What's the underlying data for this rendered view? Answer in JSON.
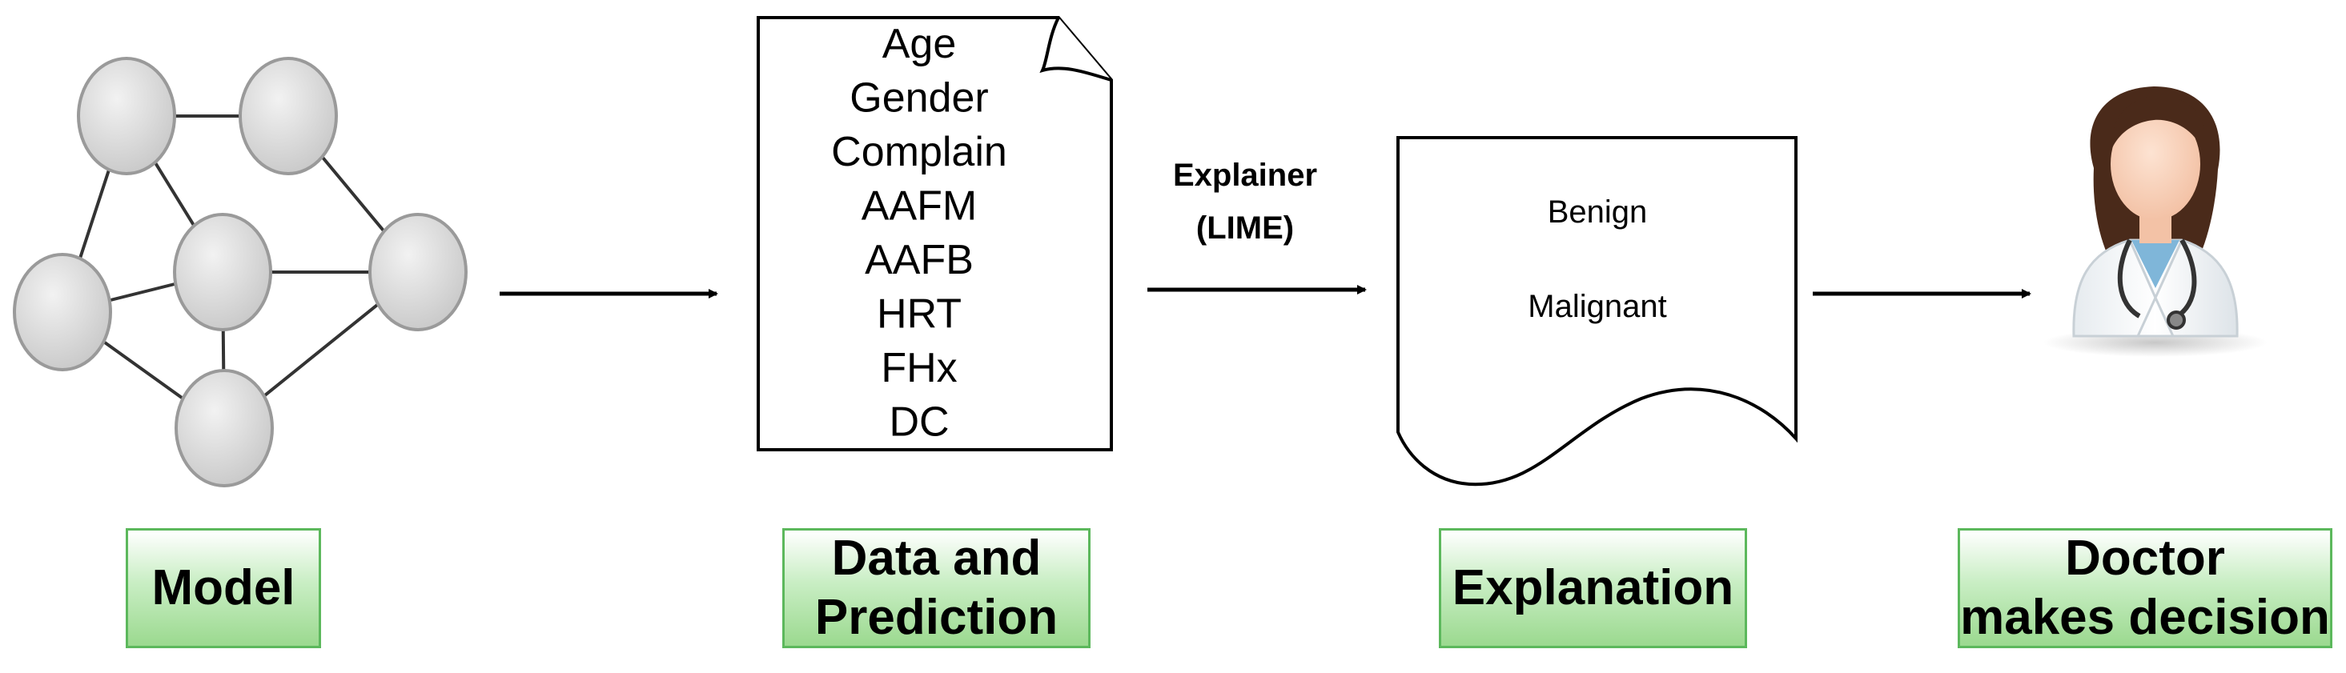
{
  "stages": {
    "model": {
      "label": "Model"
    },
    "data": {
      "label_line1": "Data and",
      "label_line2": "Prediction"
    },
    "explanation": {
      "label": "Explanation"
    },
    "doctor": {
      "label_line1": "Doctor",
      "label_line2": "makes decision"
    }
  },
  "document": {
    "features": [
      "Age",
      "Gender",
      "Complain",
      "AAFM",
      "AAFB",
      "HRT",
      "FHx",
      "DC"
    ]
  },
  "explainer": {
    "line1": "Explainer",
    "line2": "(LIME)"
  },
  "explanation_doc": {
    "classes": [
      "Benign",
      "Malignant"
    ]
  },
  "colors": {
    "label_border": "#5cb85c",
    "label_fill": "#9bd98f",
    "node_fill": "#d4d4d4",
    "node_stroke": "#9a9a9a"
  },
  "icons": {
    "doctor": "doctor-icon",
    "network": "neural-network-icon"
  }
}
